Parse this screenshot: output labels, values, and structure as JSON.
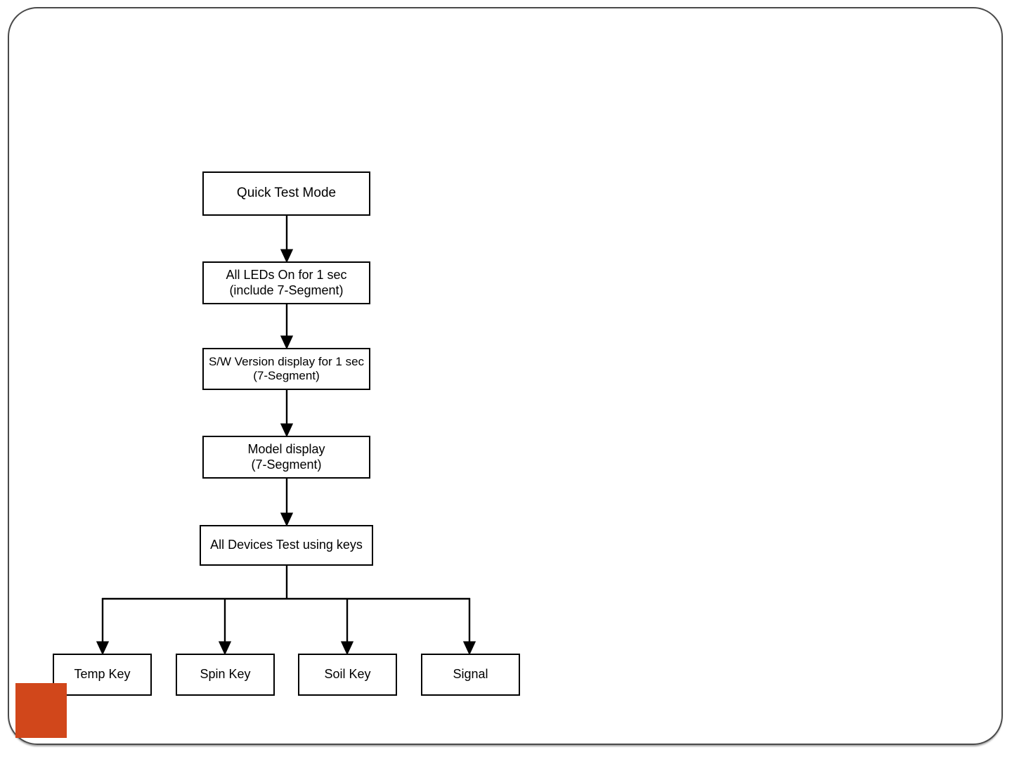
{
  "slide": {
    "frame_color": "#4a4a4a",
    "background": "#ffffff",
    "accent_color": "#D1471B"
  },
  "decoration": {
    "orange_square_name": "orange-accent-square",
    "orange_square_color": "#D1471B"
  },
  "chart_data": {
    "type": "diagram",
    "title": "Quick Test Mode",
    "orientation": "top-down flowchart",
    "nodes": [
      {
        "id": "quick-test-mode",
        "label": "Quick Test Mode"
      },
      {
        "id": "all-leds",
        "label": "All LEDs On for 1 sec\n(include 7-Segment)"
      },
      {
        "id": "sw-version",
        "label": "S/W Version display for 1 sec\n(7-Segment)"
      },
      {
        "id": "model-display",
        "label": "Model display\n(7-Segment)"
      },
      {
        "id": "all-devices",
        "label": "All Devices Test using keys"
      },
      {
        "id": "temp-key",
        "label": "Temp Key"
      },
      {
        "id": "spin-key",
        "label": "Spin Key"
      },
      {
        "id": "soil-key",
        "label": "Soil Key"
      },
      {
        "id": "signal",
        "label": "Signal"
      }
    ],
    "edges": [
      {
        "from": "quick-test-mode",
        "to": "all-leds",
        "style": "arrow"
      },
      {
        "from": "all-leds",
        "to": "sw-version",
        "style": "arrow"
      },
      {
        "from": "sw-version",
        "to": "model-display",
        "style": "arrow"
      },
      {
        "from": "model-display",
        "to": "all-devices",
        "style": "arrow"
      },
      {
        "from": "all-devices",
        "to": "temp-key",
        "style": "arrow-branch"
      },
      {
        "from": "all-devices",
        "to": "spin-key",
        "style": "arrow-branch"
      },
      {
        "from": "all-devices",
        "to": "soil-key",
        "style": "arrow-branch"
      },
      {
        "from": "all-devices",
        "to": "signal",
        "style": "arrow-branch"
      }
    ]
  },
  "flow": {
    "quick_test_mode": "Quick Test Mode",
    "all_leds": "All LEDs On for 1 sec\n(include 7-Segment)",
    "sw_version": "S/W Version display for 1 sec\n(7-Segment)",
    "model_display": "Model display\n(7-Segment)",
    "all_devices": "All Devices Test using keys",
    "temp_key": "Temp Key",
    "spin_key": "Spin Key",
    "soil_key": "Soil Key",
    "signal": "Signal"
  }
}
